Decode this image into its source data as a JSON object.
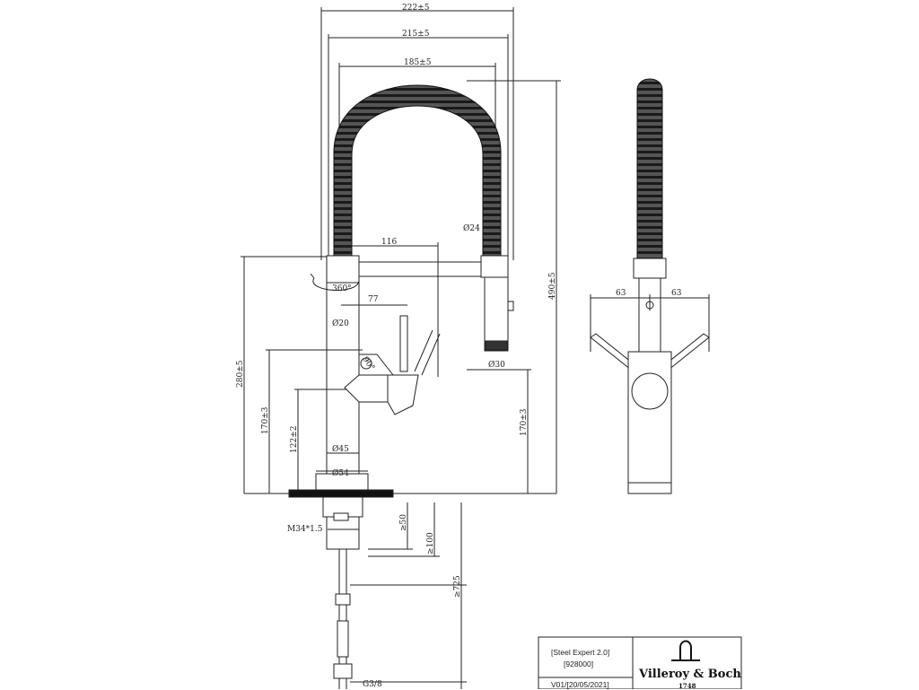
{
  "dimensions": {
    "width_222": "222±5",
    "width_215": "215±5",
    "width_185": "185±5",
    "height_490": "490±5",
    "reach_116": "116",
    "hose_dia": "Ø24",
    "rotation": "360°",
    "lever_77": "77",
    "dia_20": "Ø20",
    "spray_dia": "Ø30",
    "lever_angle": "90°",
    "height_280": "280±5",
    "height_170_left": "170±3",
    "height_170_right": "170±3",
    "height_122": "122±2",
    "dia_45": "Ø45",
    "dia_54": "Ø54",
    "thread_m34": "M34*1.5",
    "depth_50": "≥50",
    "depth_100": "≥100",
    "depth_725": "≥725",
    "thread_g38": "G3/8",
    "side_63_left": "63",
    "side_63_right": "63"
  },
  "title_block": {
    "product": "[Steel Expert 2.0]",
    "code": "[928000]",
    "version": "V01/[20/05/2021]",
    "brand_name": "Villeroy & Boch",
    "brand_year": "1748"
  }
}
